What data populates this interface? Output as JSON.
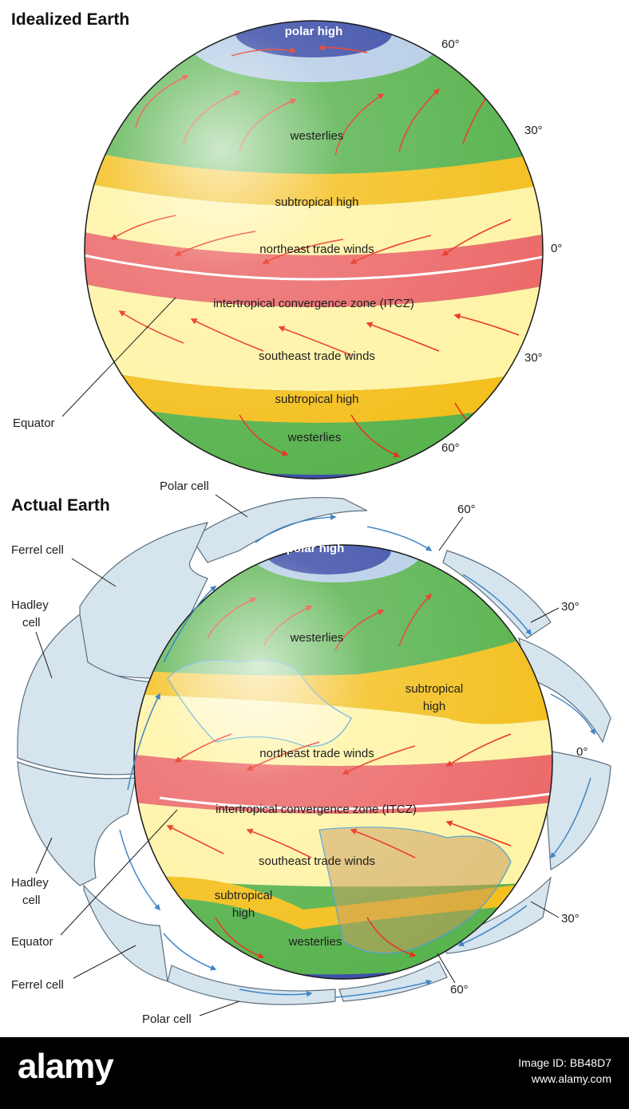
{
  "idealized": {
    "title": "Idealized Earth",
    "zones": {
      "polar_high": "polar high",
      "westerlies_n": "westerlies",
      "subtropical_high_n": "subtropical high",
      "ne_trades": "northeast trade winds",
      "itcz": "intertropical convergence zone (ITCZ)",
      "se_trades": "southeast trade winds",
      "subtropical_high_s": "subtropical high",
      "westerlies_s": "westerlies"
    },
    "latitudes": {
      "n60": "60°",
      "n30": "30°",
      "eq": "0°",
      "s30": "30°",
      "s60": "60°"
    },
    "callouts": {
      "equator": "Equator"
    }
  },
  "actual": {
    "title": "Actual Earth",
    "zones": {
      "polar_high": "polar high",
      "westerlies_n": "westerlies",
      "subtropical_high_n_1": "subtropical",
      "subtropical_high_n_2": "high",
      "ne_trades": "northeast trade winds",
      "itcz": "intertropical convergence zone (ITCZ)",
      "se_trades": "southeast trade winds",
      "subtropical_high_s_1": "subtropical",
      "subtropical_high_s_2": "high",
      "westerlies_s": "westerlies"
    },
    "latitudes": {
      "n60": "60°",
      "n30": "30°",
      "eq": "0°",
      "s30": "30°",
      "s60": "60°"
    },
    "callouts": {
      "polar_cell_top": "Polar cell",
      "ferrel_cell_top": "Ferrel cell",
      "hadley_cell_top_1": "Hadley",
      "hadley_cell_top_2": "cell",
      "hadley_cell_bottom_1": "Hadley",
      "hadley_cell_bottom_2": "cell",
      "equator": "Equator",
      "ferrel_cell_bottom": "Ferrel cell",
      "polar_cell_bottom": "Polar cell"
    }
  },
  "footer": {
    "logo": "alamy",
    "image_id": "Image ID: BB48D7",
    "url": "www.alamy.com"
  },
  "colors": {
    "polar_high": "#3d4fa8",
    "polar_ring": "#b5cde6",
    "westerlies": "#59b34f",
    "subtropical_high": "#f4c01f",
    "trades": "#fff3a6",
    "itcz": "#ec6a6a",
    "wind_arrow": "#e8331e",
    "cell_fill": "#d6e4ee",
    "cell_arrow": "#3f86c6"
  }
}
